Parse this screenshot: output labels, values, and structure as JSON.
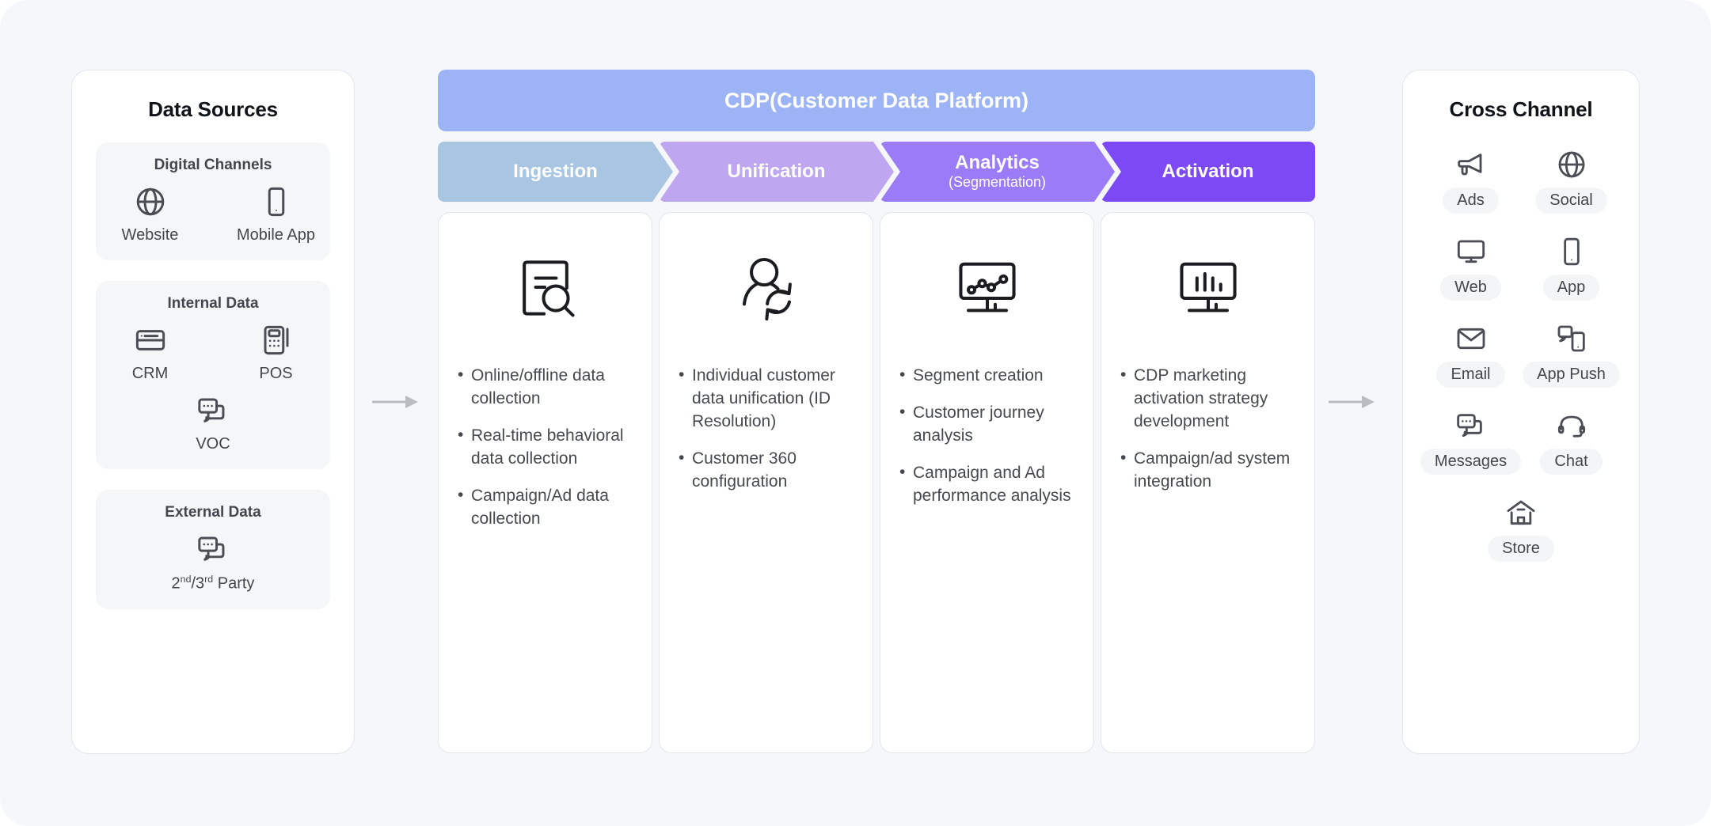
{
  "theme": {
    "canvas_bg": "#f5f7fa",
    "panel_bg": "#ffffff",
    "panel_border": "#e3e6ea",
    "group_bg": "#f5f6f8",
    "pill_bg": "#f4f5f7",
    "text_dark": "#111418",
    "text_body": "#46494e",
    "icon_stroke": "#4a4e54",
    "cdp_banner": "#9cb4f5",
    "stage_ingestion": "#a8c6e2",
    "stage_unification": "#bfa6f0",
    "stage_analytics": "#9b7bf7",
    "stage_activation": "#7c49f5",
    "arrow_gray": "#b9bcc1"
  },
  "data_sources": {
    "title": "Data Sources",
    "groups": [
      {
        "title": "Digital Channels",
        "rows": [
          [
            {
              "icon": "globe-icon",
              "label": "Website"
            },
            {
              "icon": "mobile-phone-icon",
              "label": "Mobile App"
            }
          ]
        ]
      },
      {
        "title": "Internal Data",
        "rows": [
          [
            {
              "icon": "credit-card-icon",
              "label": "CRM"
            },
            {
              "icon": "pos-terminal-icon",
              "label": "POS"
            }
          ],
          [
            {
              "icon": "chat-bubbles-icon",
              "label": "VOC"
            }
          ]
        ]
      },
      {
        "title": "External Data",
        "rows": [
          [
            {
              "icon": "chat-bubbles-icon",
              "label_html": "2<sup>nd</sup>/3<sup>rd</sup> Party",
              "label": "2nd/3rd Party"
            }
          ]
        ]
      }
    ]
  },
  "cdp": {
    "banner_title": "CDP(Customer Data Platform)",
    "stages": [
      {
        "main": "Ingestion",
        "sub": "",
        "color": "#a8c6e2"
      },
      {
        "main": "Unification",
        "sub": "",
        "color": "#bfa6f0"
      },
      {
        "main": "Analytics",
        "sub": "(Segmentation)",
        "color": "#9b7bf7"
      },
      {
        "main": "Activation",
        "sub": "",
        "color": "#7c49f5"
      }
    ],
    "cards": [
      {
        "icon": "document-search-icon",
        "bullets": [
          "Online/offline data collection",
          "Real-time behavioral data collection",
          "Campaign/Ad data collection"
        ]
      },
      {
        "icon": "person-sync-icon",
        "bullets": [
          "Individual customer data unification (ID Resolution)",
          "Customer 360 configuration"
        ]
      },
      {
        "icon": "monitor-line-chart-icon",
        "bullets": [
          "Segment creation",
          "Customer journey analysis",
          "Campaign and Ad performance analysis"
        ]
      },
      {
        "icon": "monitor-bar-chart-icon",
        "bullets": [
          "CDP marketing activation strategy development",
          "Campaign/ad system integration"
        ]
      }
    ]
  },
  "cross_channel": {
    "title": "Cross Channel",
    "items": [
      {
        "icon": "megaphone-icon",
        "label": "Ads"
      },
      {
        "icon": "globe-icon",
        "label": "Social"
      },
      {
        "icon": "monitor-icon",
        "label": "Web"
      },
      {
        "icon": "mobile-phone-icon",
        "label": "App"
      },
      {
        "icon": "envelope-icon",
        "label": "Email"
      },
      {
        "icon": "push-message-icon",
        "label": "App Push"
      },
      {
        "icon": "chat-bubbles-icon",
        "label": "Messages"
      },
      {
        "icon": "headset-icon",
        "label": "Chat"
      },
      {
        "icon": "store-home-icon",
        "label": "Store",
        "full_width": true
      }
    ]
  },
  "connectors": [
    {
      "name": "arrow-sources-to-cdp",
      "direction": "right"
    },
    {
      "name": "arrow-cdp-to-channels",
      "direction": "right"
    }
  ]
}
